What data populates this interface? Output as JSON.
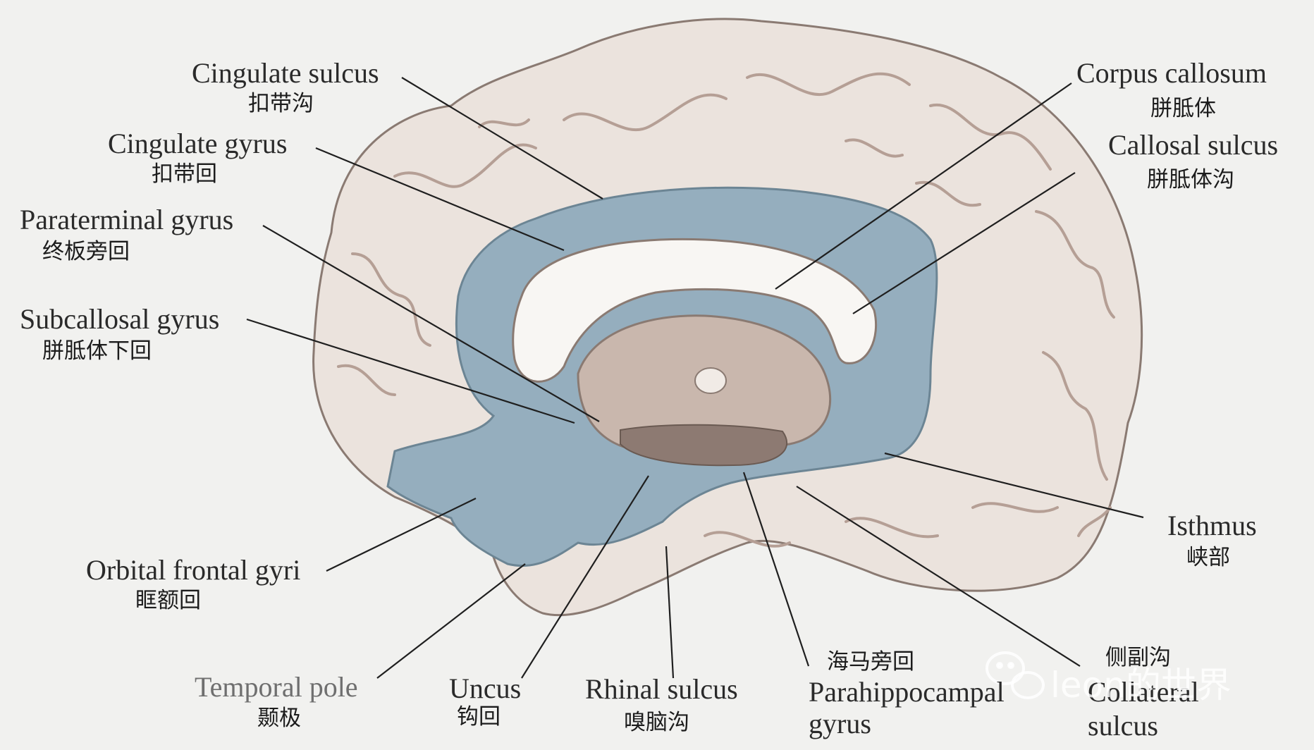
{
  "colors": {
    "background": "#f1f1ef",
    "brain_fill": "#ebe3dd",
    "limbic_fill": "#95aebe",
    "leader_line": "#1f1f1f"
  },
  "labels": {
    "cingulate_sulcus": {
      "en": "Cingulate sulcus",
      "zh": "扣带沟"
    },
    "cingulate_gyrus": {
      "en": "Cingulate gyrus",
      "zh": "扣带回"
    },
    "paraterminal_gyrus": {
      "en": "Paraterminal gyrus",
      "zh": "终板旁回"
    },
    "subcallosal_gyrus": {
      "en": "Subcallosal gyrus",
      "zh": "胼胝体下回"
    },
    "orbital_frontal_gyri": {
      "en": "Orbital frontal gyri",
      "zh": "眶额回"
    },
    "temporal_pole": {
      "en": "Temporal pole",
      "zh": "颞极"
    },
    "uncus": {
      "en": "Uncus",
      "zh": "钩回"
    },
    "rhinal_sulcus": {
      "en": "Rhinal sulcus",
      "zh": "嗅脑沟"
    },
    "parahippocampal_gyrus": {
      "zh": "海马旁回",
      "en_line1": "Parahippocampal",
      "en_line2": "gyrus"
    },
    "collateral_sulcus": {
      "zh": "侧副沟",
      "en_line1": "Collateral",
      "en_line2": "sulcus"
    },
    "isthmus": {
      "en": "Isthmus",
      "zh": "峡部"
    },
    "corpus_callosum": {
      "en": "Corpus callosum",
      "zh": "胼胝体"
    },
    "callosal_sulcus": {
      "en": "Callosal sulcus",
      "zh": "胼胝体沟"
    }
  },
  "watermark": {
    "text": "leon的世界",
    "icon": "wechat-icon"
  }
}
